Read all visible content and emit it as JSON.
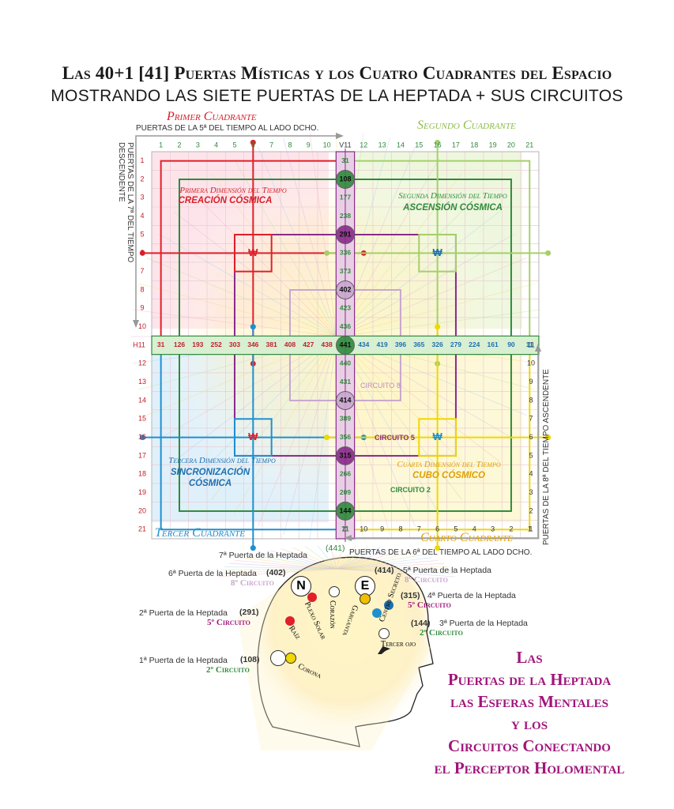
{
  "title": {
    "line1": "Las 40+1 [41] Puertas Místicas y los Cuatro Cuadrantes del Espacio",
    "line2": "MOSTRANDO LAS SIETE PUERTAS DE LA HEPTADA + SUS CIRCUITOS"
  },
  "quadrants": {
    "q1": "Primer Cuadrante",
    "q2": "Segundo Cuadrante",
    "q3": "Tercer Cuadrante",
    "q4": "Cuarto Cuadrante"
  },
  "axes": {
    "top": "PUERTAS DE LA 5ª DEL TIEMPO AL LADO DCHO.",
    "left": "PUERTAS DE LA 7ª DEL TIEMPO DESCENDENTE",
    "right": "PUERTAS DE LA 8ª DEL TIEMPO ASCENDENTE",
    "bottom": "PUERTAS DE LA 6ª DEL TIEMPO AL LADO DCHO."
  },
  "dimensions": {
    "d1_title": "Primera Dimensión del Tiempo",
    "d1_name": "CREACIÓN CÓSMICA",
    "d2_title": "Segunda Dimensión del Tiempo",
    "d2_name": "ASCENSIÓN CÓSMICA",
    "d3_title": "Tercera Dimensión del Tiempo",
    "d3_name": "SINCRONIZACIÓN CÓSMICA",
    "d4_title": "Cuarta Dimensión del Tiempo",
    "d4_name": "CUBO CÓSMICO"
  },
  "grid": {
    "top_cols": [
      "1",
      "2",
      "3",
      "4",
      "5",
      "6",
      "7",
      "8",
      "9",
      "10",
      "V11",
      "12",
      "13",
      "14",
      "15",
      "16",
      "17",
      "18",
      "19",
      "20",
      "21"
    ],
    "left_rows": [
      "1",
      "2",
      "3",
      "4",
      "5",
      "6",
      "7",
      "8",
      "9",
      "10"
    ],
    "left_rows_bottom": [
      "12",
      "13",
      "14",
      "15",
      "16",
      "17",
      "18",
      "19",
      "20",
      "21"
    ],
    "right_rows": [
      "10",
      "9",
      "8",
      "7",
      "6",
      "5",
      "4",
      "3",
      "2",
      "1"
    ],
    "bottom_cols": [
      "11",
      "10",
      "9",
      "8",
      "7",
      "6",
      "5",
      "4",
      "3",
      "2",
      "1"
    ],
    "h_label": "H11",
    "h_right_label": "11",
    "h_row_left": [
      "31",
      "126",
      "193",
      "252",
      "303",
      "346",
      "381",
      "408",
      "427",
      "438"
    ],
    "h_center": "441",
    "h_row_right": [
      "434",
      "419",
      "396",
      "365",
      "326",
      "279",
      "224",
      "161",
      "90",
      "11"
    ],
    "v_col_top": [
      "31",
      "108",
      "177",
      "238",
      "291",
      "336",
      "373",
      "402",
      "423",
      "436"
    ],
    "v_col_bottom": [
      "440",
      "431",
      "414",
      "389",
      "356",
      "315",
      "266",
      "209",
      "144",
      "71"
    ],
    "circuit_labels": [
      "CIRCUITO 8",
      "CIRCUITO 5",
      "CIRCUITO 2"
    ]
  },
  "heptad": {
    "gate7": "7ª Puerta de la Heptada",
    "gate7_num": "(441)",
    "gate6": "6ª Puerta de la Heptada",
    "gate6_num": "(402)",
    "gate6_circuit": "8º Circuito",
    "gate5": "5ª Puerta de la Heptada",
    "gate5_num": "(414)",
    "gate5_circuit": "8º Circuito",
    "gate4": "4ª Puerta de la Heptada",
    "gate4_num": "(315)",
    "gate4_circuit": "5º Circuito",
    "gate3": "3ª Puerta de la Heptada",
    "gate3_num": "(144)",
    "gate3_circuit": "2º Circuito",
    "gate2": "2ª Puerta de la Heptada",
    "gate2_num": "(291)",
    "gate2_circuit": "5º Circuito",
    "gate1": "1ª Puerta de la Heptada",
    "gate1_num": "(108)",
    "gate1_circuit": "2º Circuito",
    "spheres": [
      "Plexo Solar",
      "Raíz",
      "Corazón",
      "Garganta",
      "Centro Secreto",
      "Tercer ojo",
      "Corona"
    ],
    "N": "N",
    "E": "E"
  },
  "caption": [
    "Las",
    "Puertas de la Heptada",
    "las Esferas Mentales",
    "y los",
    "Circuitos Conectando",
    "el Perceptor Holomental"
  ],
  "colors": {
    "q1": "#fde4ea",
    "q2": "#eef7de",
    "q3": "#dff0fa",
    "q4": "#fdf8d6",
    "red": "#e0202a",
    "green": "#2f8a3c",
    "lightgreen": "#a6cf6a",
    "purple": "#8a2a8a",
    "lilac": "#c9a6cf",
    "blue": "#1f8fd0",
    "yellow": "#f0d800",
    "magenta": "#a0147a"
  }
}
